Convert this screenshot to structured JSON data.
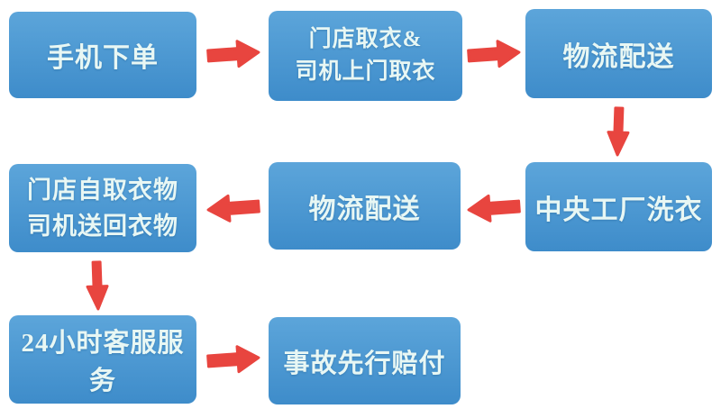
{
  "flowchart": {
    "colors": {
      "background": "#ffffff",
      "box_gradient_top": "#5ca5da",
      "box_gradient_bottom": "#3e8cca",
      "box_text": "#e8f7f4",
      "arrow": "#e8453f"
    },
    "nodes": [
      {
        "id": "phone-order",
        "lines": [
          "手机下单"
        ]
      },
      {
        "id": "store-pickup",
        "lines": [
          "门店取衣&",
          "司机上门取衣"
        ]
      },
      {
        "id": "logistics-delivery-1",
        "lines": [
          "物流配送"
        ]
      },
      {
        "id": "central-factory-wash",
        "lines": [
          "中央工厂洗衣"
        ]
      },
      {
        "id": "logistics-delivery-2",
        "lines": [
          "物流配送"
        ]
      },
      {
        "id": "store-return",
        "lines": [
          "门店自取衣物",
          "司机送回衣物"
        ]
      },
      {
        "id": "customer-service-24h",
        "lines": [
          "24小时客服服务"
        ]
      },
      {
        "id": "accident-compensation",
        "lines": [
          "事故先行赔付"
        ]
      }
    ],
    "arrows": [
      {
        "from": "phone-order",
        "to": "store-pickup",
        "direction": "right"
      },
      {
        "from": "store-pickup",
        "to": "logistics-delivery-1",
        "direction": "right"
      },
      {
        "from": "logistics-delivery-1",
        "to": "central-factory-wash",
        "direction": "down"
      },
      {
        "from": "central-factory-wash",
        "to": "logistics-delivery-2",
        "direction": "left"
      },
      {
        "from": "logistics-delivery-2",
        "to": "store-return",
        "direction": "left"
      },
      {
        "from": "store-return",
        "to": "customer-service-24h",
        "direction": "down"
      },
      {
        "from": "customer-service-24h",
        "to": "accident-compensation",
        "direction": "right"
      }
    ]
  }
}
